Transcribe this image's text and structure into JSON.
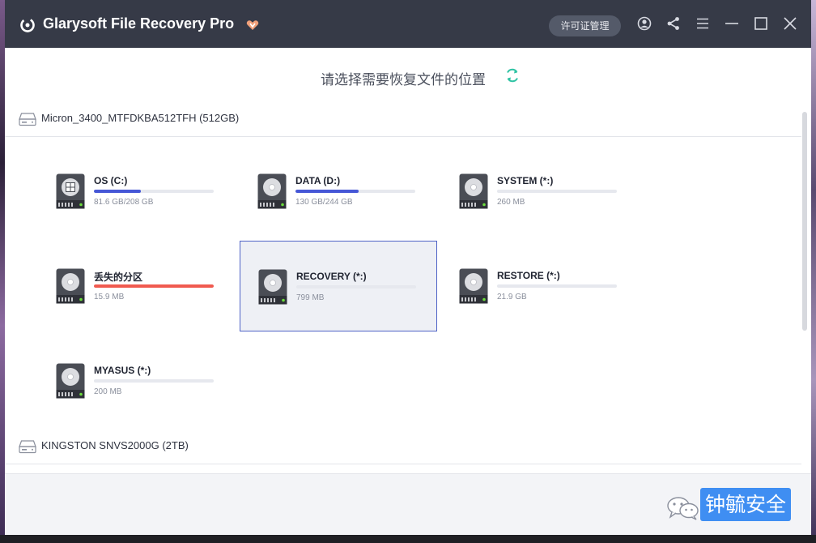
{
  "app": {
    "title": "Glarysoft File Recovery Pro",
    "license_button": "许可证管理"
  },
  "header": {
    "subtitle": "请选择需要恢复文件的位置"
  },
  "colors": {
    "titlebar": "#363a47",
    "accent": "#4f63c6",
    "bar_used": "#4657d6",
    "bar_lost": "#f05a4f",
    "refresh": "#2fc3a4"
  },
  "disks": [
    {
      "name": "Micron_3400_MTFDKBA512TFH (512GB)",
      "icon": "hdd-icon",
      "partitions": [
        {
          "name": "OS (C:)",
          "size": "81.6 GB/208 GB",
          "usage": 0.39,
          "bar_color": "#4657d6",
          "icon": "windows-drive-icon"
        },
        {
          "name": "DATA (D:)",
          "size": "130 GB/244 GB",
          "usage": 0.53,
          "bar_color": "#4657d6",
          "icon": "drive-icon"
        },
        {
          "name": "SYSTEM (*:)",
          "size": "260 MB",
          "usage": 0,
          "bar_color": "#4657d6",
          "icon": "drive-icon"
        },
        {
          "name": "丢失的分区",
          "size": "15.9 MB",
          "usage": 1.0,
          "bar_color": "#f05a4f",
          "icon": "drive-icon"
        },
        {
          "name": "RECOVERY (*:)",
          "size": "799 MB",
          "usage": 0,
          "bar_color": "#4657d6",
          "icon": "drive-icon",
          "selected": true
        },
        {
          "name": "RESTORE (*:)",
          "size": "21.9 GB",
          "usage": 0,
          "bar_color": "#4657d6",
          "icon": "drive-icon"
        },
        {
          "name": "MYASUS (*:)",
          "size": "200 MB",
          "usage": 0,
          "bar_color": "#4657d6",
          "icon": "drive-icon"
        }
      ]
    },
    {
      "name": "KINGSTON SNVS2000G (2TB)",
      "icon": "hdd-icon",
      "partitions": []
    }
  ],
  "watermark": {
    "text": "钟毓安全",
    "icon": "wechat-icon"
  }
}
